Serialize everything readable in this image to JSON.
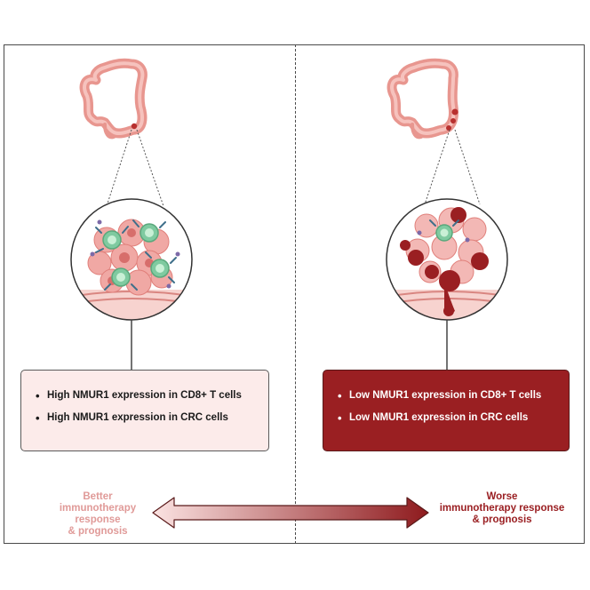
{
  "left_panel": {
    "bullets": [
      "High NMUR1 expression in CD8+ T cells",
      "High NMUR1 expression in CRC cells"
    ],
    "outcome": [
      "Better",
      "immunotherapy response",
      "& prognosis"
    ]
  },
  "right_panel": {
    "bullets": [
      "Low NMUR1 expression in CD8+ T cells",
      "Low NMUR1 expression in CRC cells"
    ],
    "outcome": [
      "Worse",
      "immunotherapy response",
      "& prognosis"
    ]
  },
  "colors": {
    "colon": "#e8968f",
    "tumor_pink": "#f0a8a4",
    "tumor_dark": "#9a1f22",
    "tcell": "#7fcaa0",
    "left_box": "#fcebea",
    "right_box": "#9a1f22",
    "left_text": "#e09a98",
    "right_text": "#9a1f22"
  },
  "icons": [
    "colon-icon",
    "tumor-microenvironment-icon",
    "cd8-t-cell-icon",
    "double-arrow-icon"
  ]
}
